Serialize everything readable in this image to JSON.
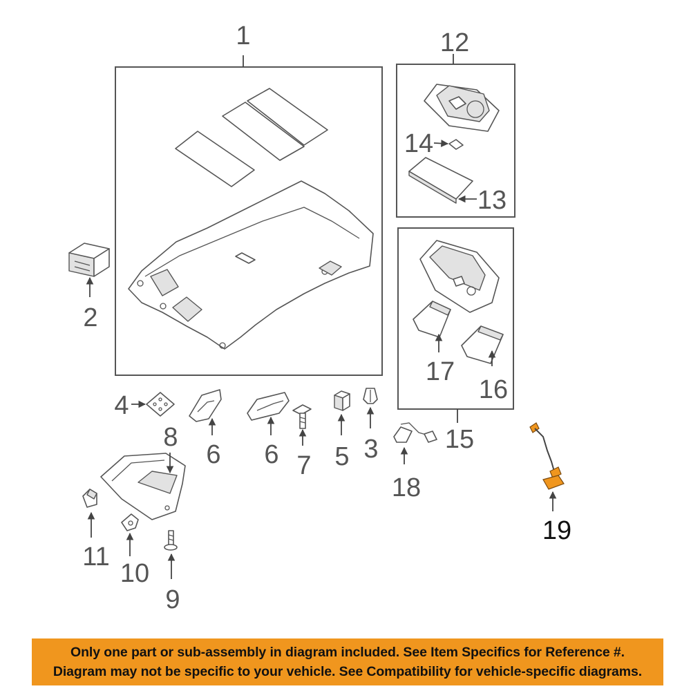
{
  "callouts": {
    "c1": "1",
    "c2": "2",
    "c3": "3",
    "c4": "4",
    "c5": "5",
    "c6a": "6",
    "c6b": "6",
    "c7": "7",
    "c8": "8",
    "c9": "9",
    "c10": "10",
    "c11": "11",
    "c12": "12",
    "c13": "13",
    "c14": "14",
    "c15": "15",
    "c16": "16",
    "c17": "17",
    "c18": "18",
    "c19": "19"
  },
  "highlighted_part": "19",
  "colors": {
    "highlight": "#f0961e",
    "line": "#555555",
    "banner": "#f0961e"
  },
  "notice": {
    "line1": "Only one part or sub-assembly in diagram included. See Item Specifics for Reference #.",
    "line2": "Diagram may not be specific to your vehicle. See Compatibility for vehicle-specific diagrams."
  }
}
